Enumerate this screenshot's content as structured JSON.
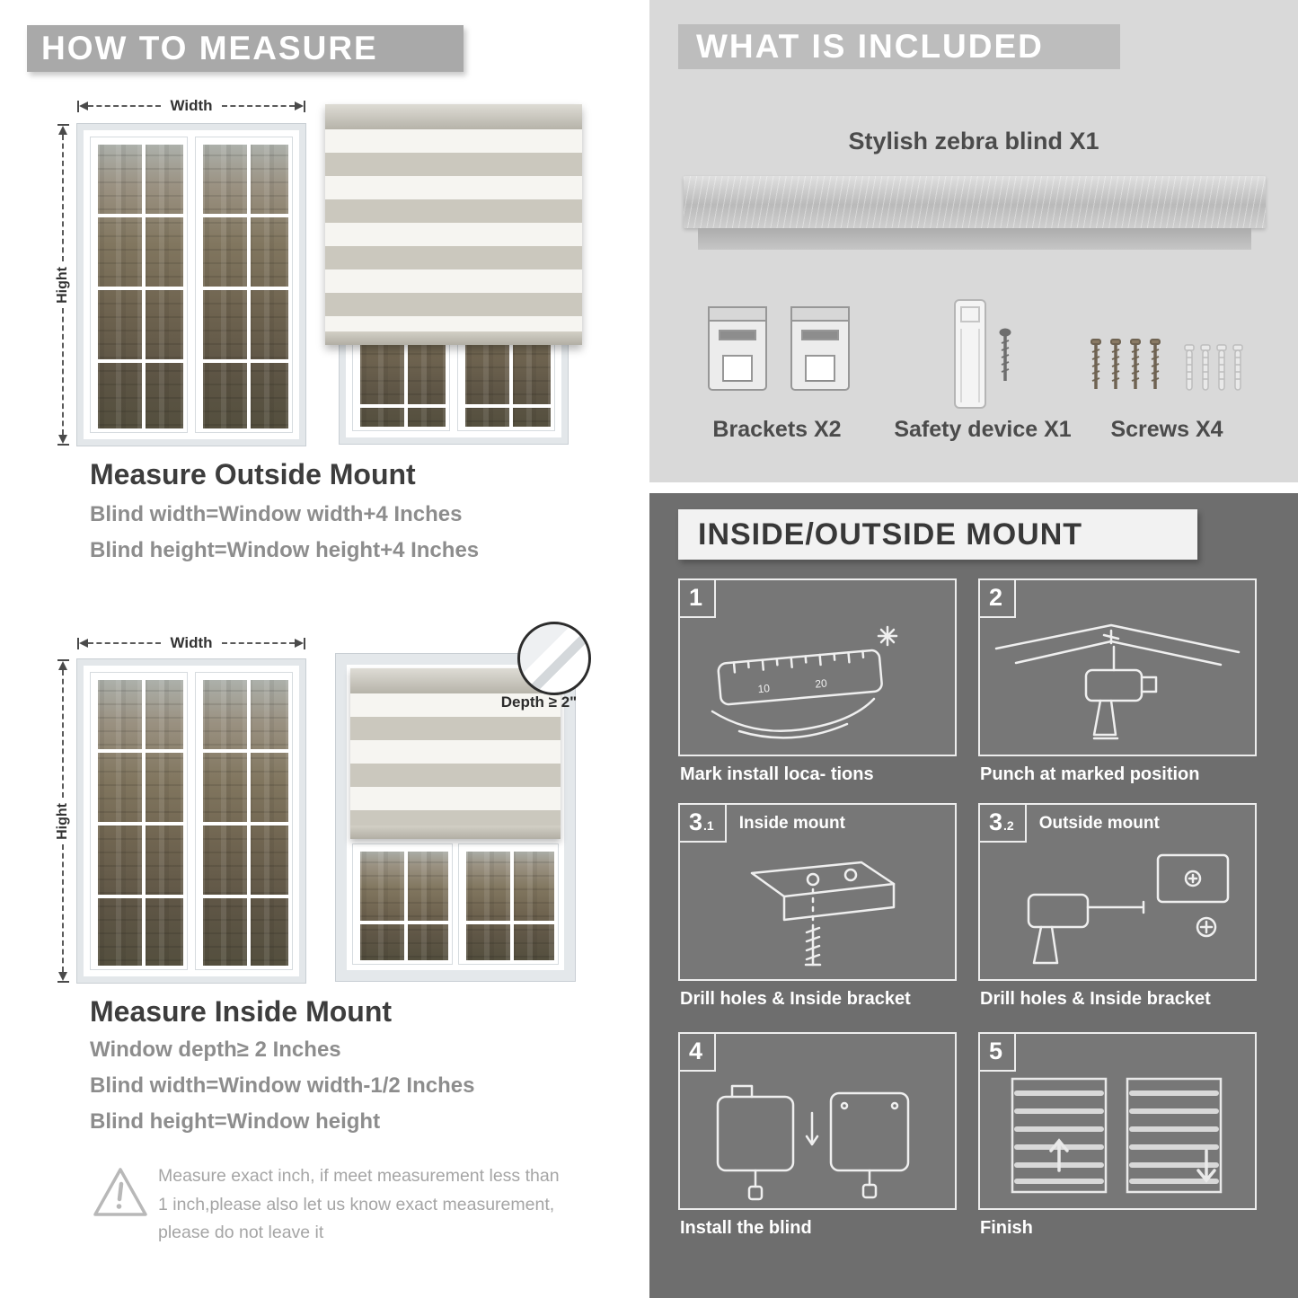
{
  "colors": {
    "banner_gray": "#a9a9a9",
    "included_bg": "#d9d9d9",
    "included_banner": "#bdbdbd",
    "mount_bg": "#6e6e6e",
    "mount_banner_bg": "#f2f2f2",
    "heading_dark": "#3d3d3d",
    "body_gray": "#8d8d8d",
    "caption_white": "#ffffff"
  },
  "left": {
    "banner": "HOW TO MEASURE",
    "outside": {
      "width_label": "Width",
      "height_label": "Hight",
      "title": "Measure Outside Mount",
      "lines": [
        "Blind width=Window width+4 Inches",
        "Blind height=Window height+4 Inches"
      ]
    },
    "inside": {
      "width_label": "Width",
      "height_label": "Hight",
      "depth_note": "Depth ≥ 2\"",
      "title": "Measure Inside Mount",
      "lines": [
        "Window depth≥ 2 Inches",
        "Blind width=Window width-1/2 Inches",
        "Blind height=Window height"
      ]
    },
    "warning": "Measure exact inch, if meet measurement less than 1 inch,please also let us know exact measurement, please do not leave it"
  },
  "right": {
    "included": {
      "banner": "WHAT IS INCLUDED",
      "product": "Stylish zebra blind X1",
      "items": [
        {
          "label": "Brackets X2"
        },
        {
          "label": "Safety device X1"
        },
        {
          "label": "Screws X4"
        }
      ]
    },
    "mount": {
      "banner": "INSIDE/OUTSIDE MOUNT",
      "steps": [
        {
          "num": "1",
          "sub": "",
          "title": "",
          "caption": "Mark install loca- tions"
        },
        {
          "num": "2",
          "sub": "",
          "title": "",
          "caption": "Punch at  marked position"
        },
        {
          "num": "3",
          "sub": ".1",
          "title": "Inside mount",
          "caption": "Drill holes &  Inside bracket"
        },
        {
          "num": "3",
          "sub": ".2",
          "title": "Outside mount",
          "caption": "Drill holes &  Inside bracket"
        },
        {
          "num": "4",
          "sub": "",
          "title": "",
          "caption": "Install the blind"
        },
        {
          "num": "5",
          "sub": "",
          "title": "",
          "caption": "Finish"
        }
      ]
    }
  }
}
